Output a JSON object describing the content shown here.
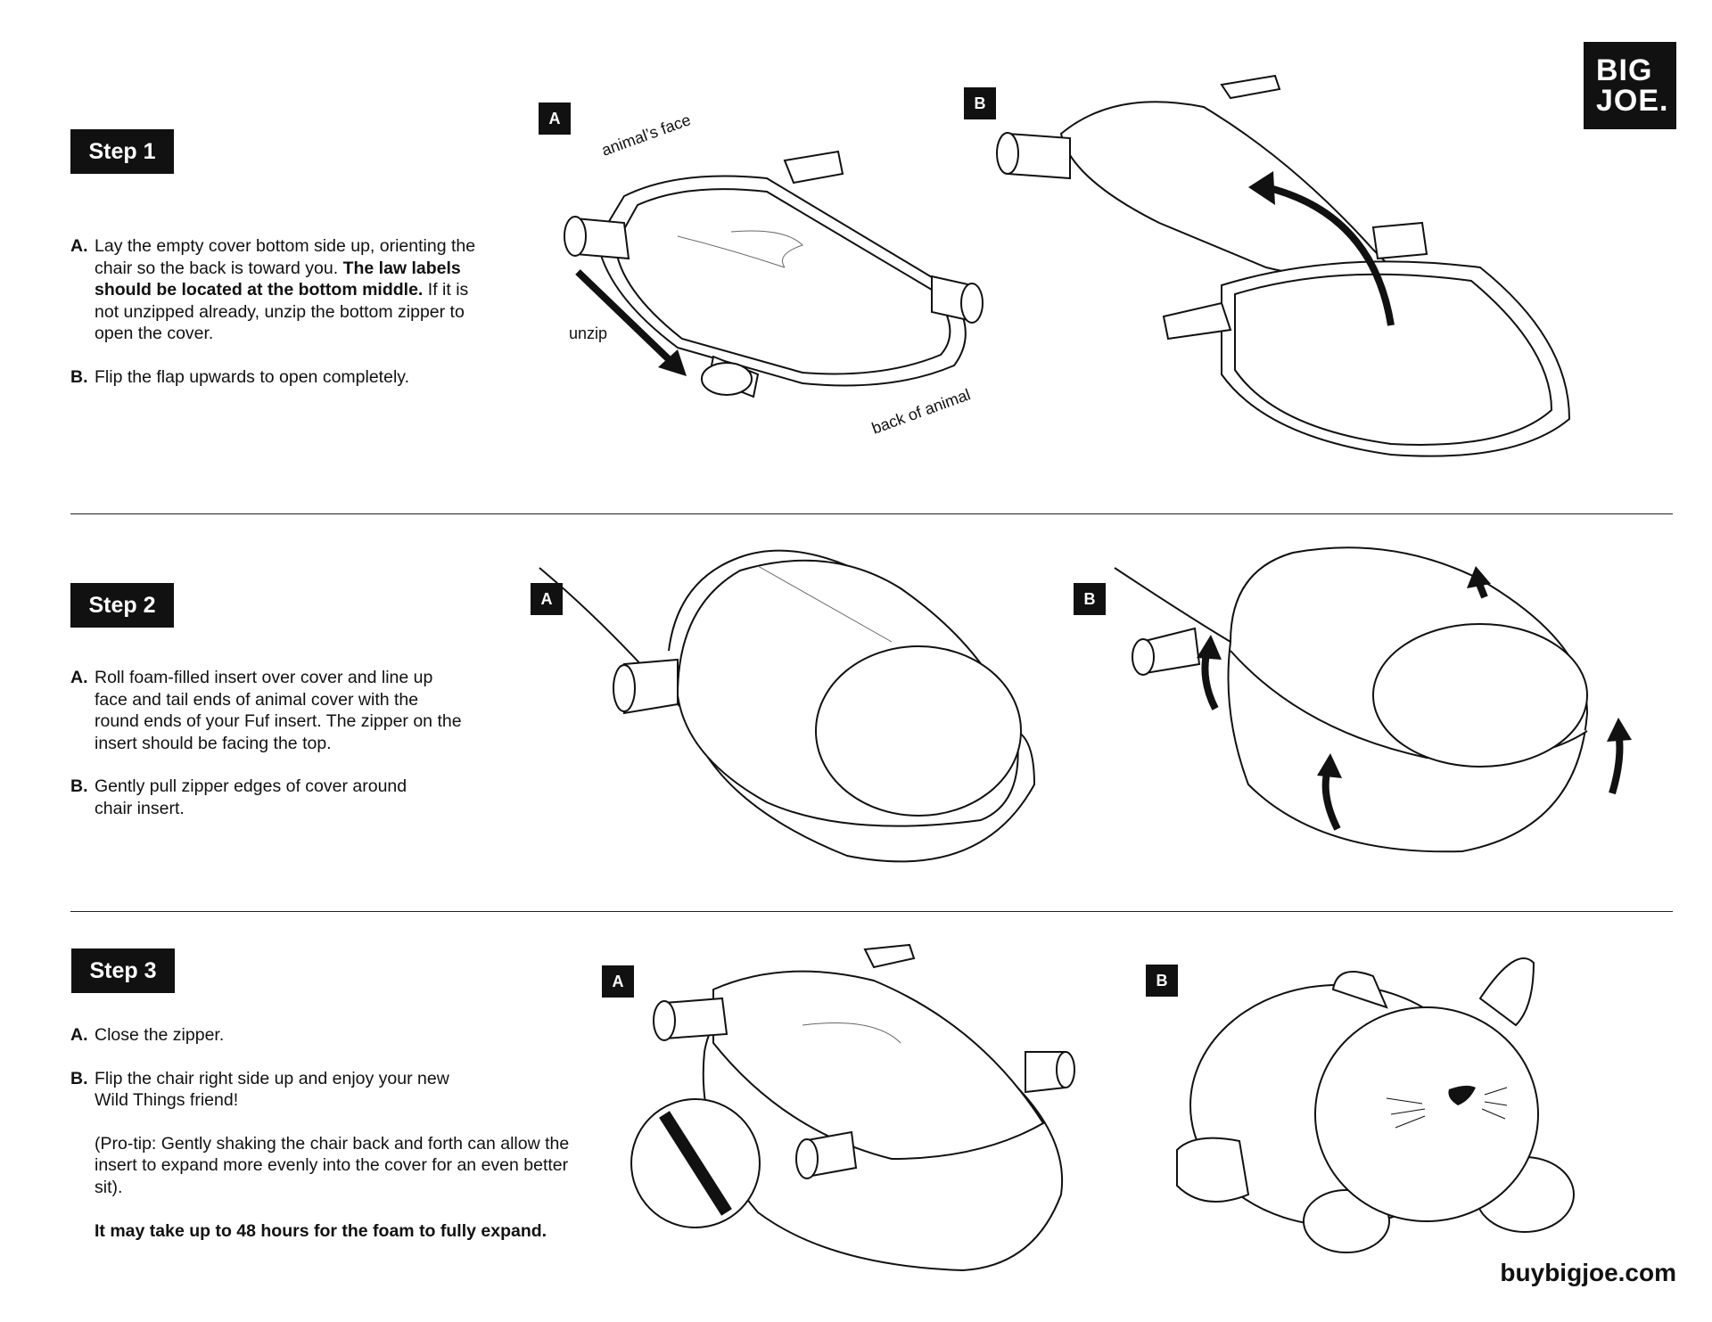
{
  "brand": {
    "logo_line1": "BIG",
    "logo_line2": "JOE.",
    "url": "buybigjoe.com"
  },
  "steps": [
    {
      "title": "Step 1",
      "items": [
        {
          "letter": "A.",
          "text_1": "Lay the empty cover bottom side up, orienting the chair so the back is toward you. ",
          "bold": "The law labels should be located at the bottom middle.",
          "text_2": " If it is not unzipped already, unzip the bottom zipper to open the cover."
        },
        {
          "letter": "B.",
          "text": "Flip the flap upwards to open completely."
        }
      ],
      "figure_labels": [
        "A",
        "B"
      ],
      "annotations": {
        "face": "animal’s face",
        "unzip": "unzip",
        "back": "back of animal"
      }
    },
    {
      "title": "Step 2",
      "items": [
        {
          "letter": "A.",
          "text": "Roll foam-filled insert over cover and line up face and tail ends of animal cover with the round ends of your Fuf insert. The zipper on the insert should be facing the top."
        },
        {
          "letter": "B.",
          "text": "Gently pull zipper edges of cover around chair insert."
        }
      ],
      "figure_labels": [
        "A",
        "B"
      ]
    },
    {
      "title": "Step 3",
      "items": [
        {
          "letter": "A.",
          "text": "Close the zipper."
        },
        {
          "letter": "B.",
          "text": "Flip the chair right side up and enjoy your new Wild Things friend!",
          "tip": "(Pro-tip: Gently shaking the chair back and forth can allow the insert to expand more evenly into the cover for an even better sit).",
          "bold": "It may take up to 48 hours for the foam to fully expand."
        }
      ],
      "figure_labels": [
        "A",
        "B"
      ]
    }
  ]
}
